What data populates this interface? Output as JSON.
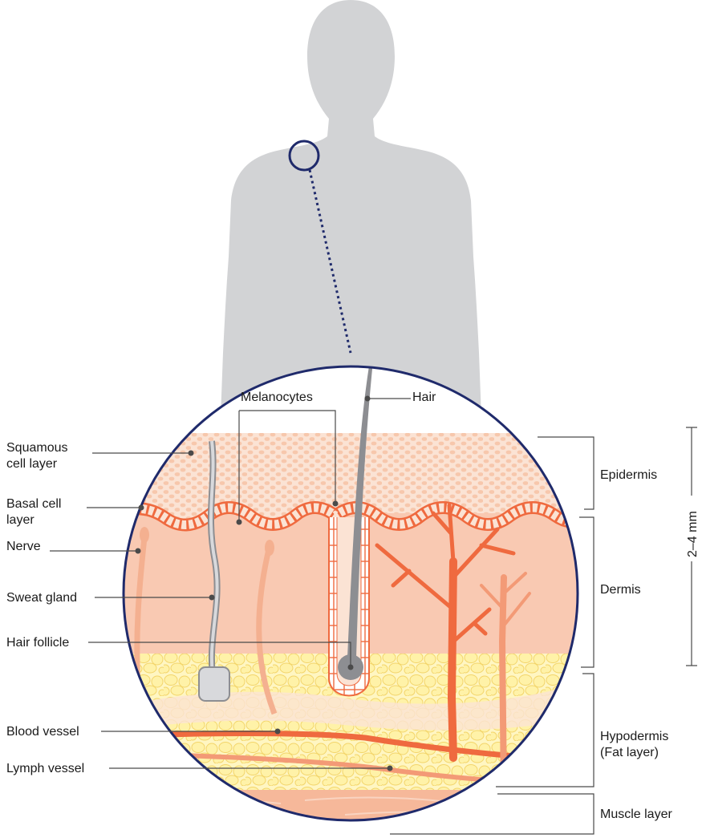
{
  "labels": {
    "squamous_line1": "Squamous",
    "squamous_line2": "cell layer",
    "basal_line1": "Basal cell",
    "basal_line2": "layer",
    "nerve": "Nerve",
    "sweat_gland": "Sweat gland",
    "hair_follicle": "Hair follicle",
    "blood_vessel": "Blood vessel",
    "lymph_vessel": "Lymph vessel",
    "melanocytes": "Melanocytes",
    "hair": "Hair"
  },
  "layers": {
    "epidermis": "Epidermis",
    "dermis": "Dermis",
    "hypodermis_line1": "Hypodermis",
    "hypodermis_line2": "(Fat layer)",
    "muscle": "Muscle layer"
  },
  "thickness": "2–4 mm",
  "colors": {
    "silhouette": "#d2d3d5",
    "circle_outline": "#1f2a6b",
    "epidermis": "#fbe0d0",
    "dermis": "#f9c9b2",
    "fat": "#fff2a8",
    "muscle": "#f6b89a",
    "blood_vessel": "#ef6a3f",
    "lymph_vessel": "#f39a76",
    "hair": "#8d8e92"
  }
}
